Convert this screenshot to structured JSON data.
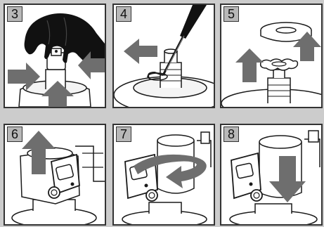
{
  "steps": [
    "3",
    "4",
    "5",
    "6",
    "7",
    "8"
  ],
  "colors": {
    "background": "#cccccc",
    "panel": "#ffffff",
    "arrow": "#6e6e6e",
    "line": "#1a1a1a",
    "glove": "#111111",
    "label_box": "#b8b8b8"
  },
  "icons": [
    "glove-icon",
    "screwdriver-icon",
    "push-arrow-icon",
    "lift-arrow-icon",
    "rotate-arrow-icon",
    "press-down-arrow-icon"
  ]
}
